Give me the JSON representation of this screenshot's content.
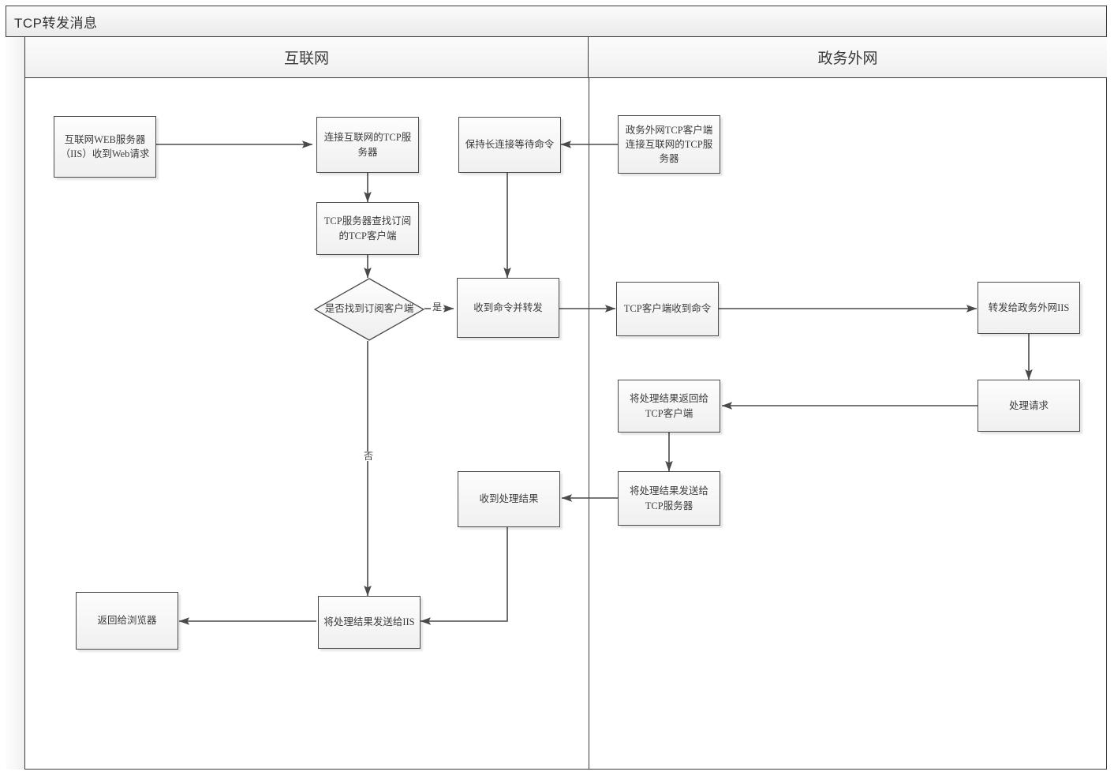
{
  "diagram": {
    "title": "TCP转发消息",
    "pool_label": "",
    "lanes": [
      {
        "name": "互联网"
      },
      {
        "name": "政务外网"
      }
    ],
    "nodes": [
      {
        "id": "n1",
        "label": "互联网WEB服务器（IIS）收到Web请求",
        "type": "process",
        "lane": "互联网"
      },
      {
        "id": "n2",
        "label": "连接互联网的TCP服务器",
        "type": "process",
        "lane": "互联网"
      },
      {
        "id": "n3",
        "label": "TCP服务器查找订阅的TCP客户端",
        "type": "process",
        "lane": "互联网"
      },
      {
        "id": "n4",
        "label": "是否找到订阅客户端",
        "type": "decision",
        "lane": "互联网"
      },
      {
        "id": "n5",
        "label": "保持长连接等待命令",
        "type": "process",
        "lane": "互联网"
      },
      {
        "id": "n6",
        "label": "政务外网TCP客户端连接互联网的TCP服务器",
        "type": "process",
        "lane": "政务外网"
      },
      {
        "id": "n7",
        "label": "收到命令并转发",
        "type": "process",
        "lane": "互联网"
      },
      {
        "id": "n8",
        "label": "TCP客户端收到命令",
        "type": "process",
        "lane": "政务外网"
      },
      {
        "id": "n9",
        "label": "转发给政务外网IIS",
        "type": "process",
        "lane": "政务外网"
      },
      {
        "id": "n10",
        "label": "处理请求",
        "type": "process",
        "lane": "政务外网"
      },
      {
        "id": "n11",
        "label": "将处理结果返回给TCP客户端",
        "type": "process",
        "lane": "政务外网"
      },
      {
        "id": "n12",
        "label": "将处理结果发送给TCP服务器",
        "type": "process",
        "lane": "政务外网"
      },
      {
        "id": "n13",
        "label": "收到处理结果",
        "type": "process",
        "lane": "互联网"
      },
      {
        "id": "n14",
        "label": "将处理结果发送给IIS",
        "type": "process",
        "lane": "互联网"
      },
      {
        "id": "n15",
        "label": "返回给浏览器",
        "type": "process",
        "lane": "互联网"
      }
    ],
    "edge_labels": {
      "yes": "是",
      "no": "否"
    },
    "edges": [
      {
        "from": "n1",
        "to": "n2",
        "label": ""
      },
      {
        "from": "n2",
        "to": "n3",
        "label": ""
      },
      {
        "from": "n3",
        "to": "n4",
        "label": ""
      },
      {
        "from": "n4",
        "to": "n7",
        "label": "是"
      },
      {
        "from": "n4",
        "to": "n14",
        "label": "否"
      },
      {
        "from": "n6",
        "to": "n5",
        "label": ""
      },
      {
        "from": "n5",
        "to": "n7",
        "label": ""
      },
      {
        "from": "n7",
        "to": "n8",
        "label": ""
      },
      {
        "from": "n8",
        "to": "n9",
        "label": ""
      },
      {
        "from": "n9",
        "to": "n10",
        "label": ""
      },
      {
        "from": "n10",
        "to": "n11",
        "label": ""
      },
      {
        "from": "n11",
        "to": "n12",
        "label": ""
      },
      {
        "from": "n12",
        "to": "n13",
        "label": ""
      },
      {
        "from": "n13",
        "to": "n14",
        "label": ""
      },
      {
        "from": "n14",
        "to": "n15",
        "label": ""
      }
    ],
    "colors": {
      "node_border": "#4a4a4a",
      "node_fill": "#f7f7f7",
      "line": "#4a4a4a",
      "lane_fill": "#f4f4f4",
      "frame": "#3b3b3b"
    }
  }
}
